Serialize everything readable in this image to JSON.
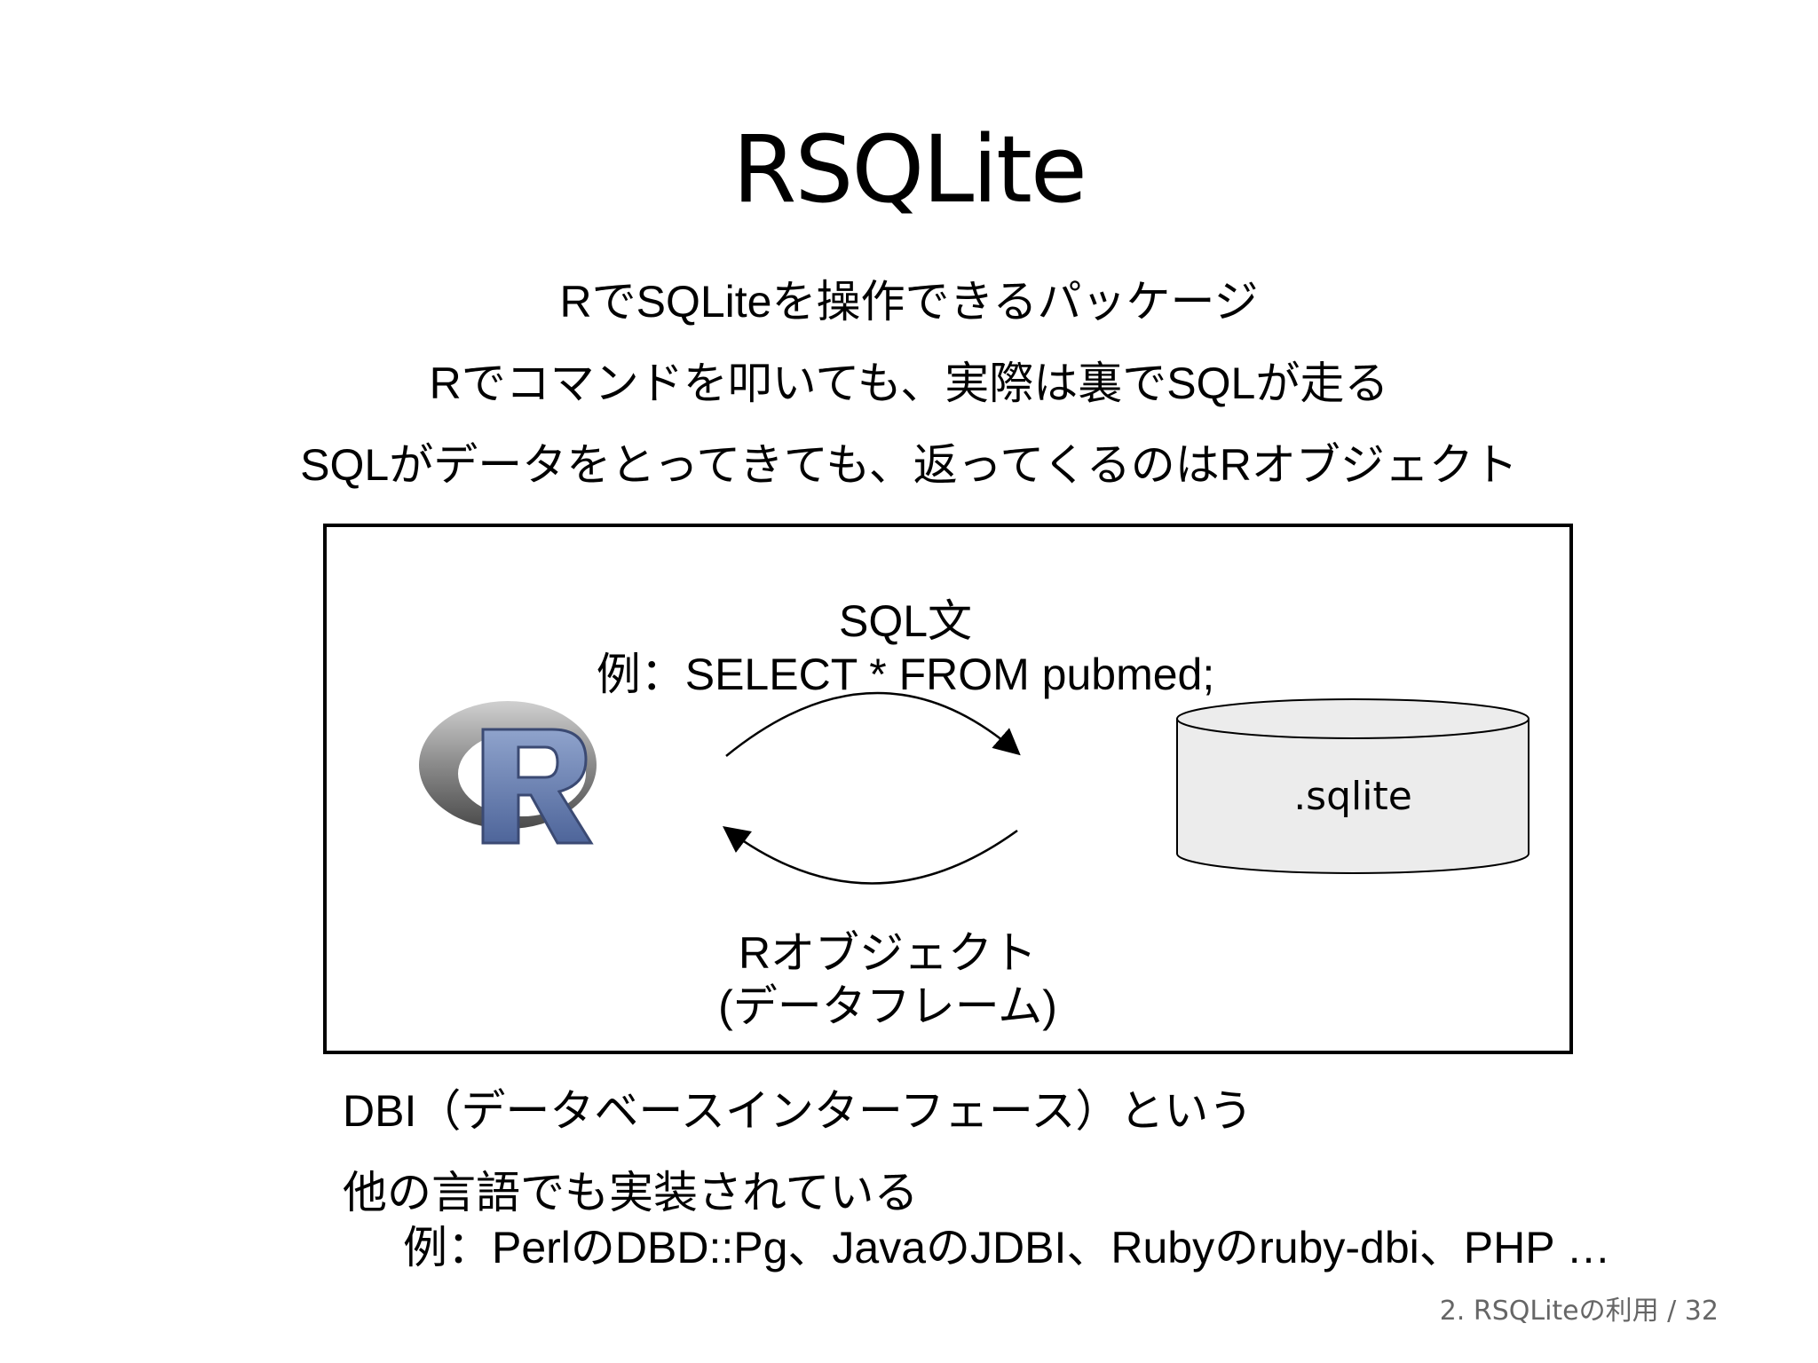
{
  "slide": {
    "title": "RSQLite",
    "bullets": [
      "RでSQLiteを操作できるパッケージ",
      "Rでコマンドを叩いても、実際は裏でSQLが走る",
      "SQLがデータをとってきても、返ってくるのはRオブジェクト"
    ]
  },
  "diagram": {
    "top_label_line1": "SQL文",
    "top_label_line2": "例：SELECT * FROM pubmed;",
    "bottom_label_line1": "Rオブジェクト",
    "bottom_label_line2": "(データフレーム)",
    "database_label": ".sqlite",
    "logo_text": "R",
    "colors": {
      "logo_ring": "#8a8a8a",
      "logo_letter": "#5e77aa",
      "database_fill": "#ececec"
    }
  },
  "notes": {
    "line1": "DBI（データベースインターフェース）という",
    "line2": "他の言語でも実装されている",
    "line3": "例：PerlのDBD::Pg、JavaのJDBI、Rubyのruby-dbi、PHP …"
  },
  "footer": "2. RSQLiteの利用 / 32"
}
